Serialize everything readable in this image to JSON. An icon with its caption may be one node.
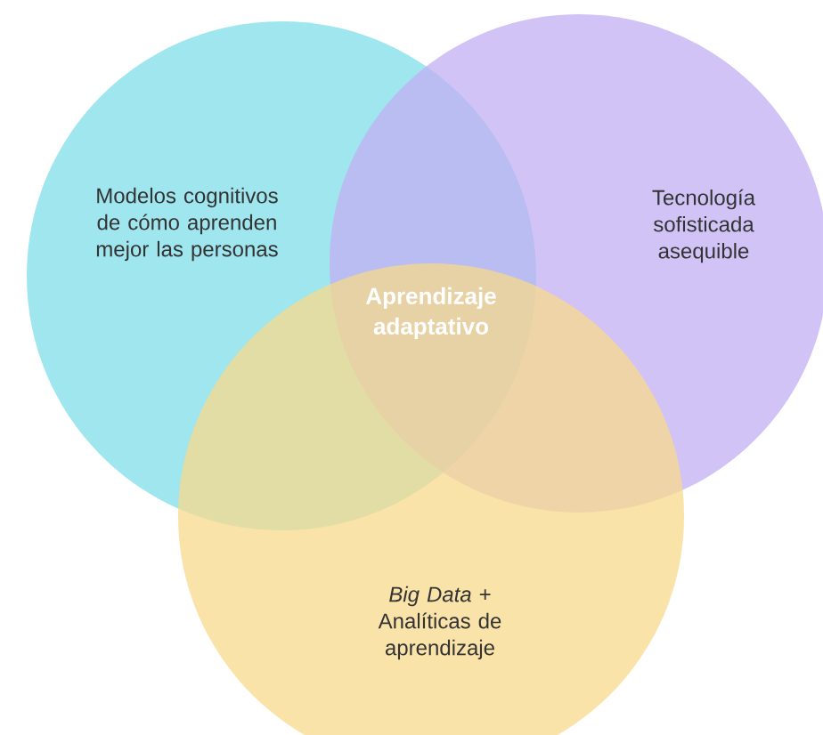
{
  "diagram": {
    "nodes": [
      {
        "text": [
          "Modelos cognitivos de cómo aprenden mejor las personas"
        ]
      },
      {
        "text": [
          "Tecnología sofisticada asequible"
        ]
      },
      {
        "text": [
          "*Big Data* + Analíticas de aprendizaje"
        ]
      }
    ],
    "labels": [
      "Aprendizaje adaptativo"
    ]
  }
}
